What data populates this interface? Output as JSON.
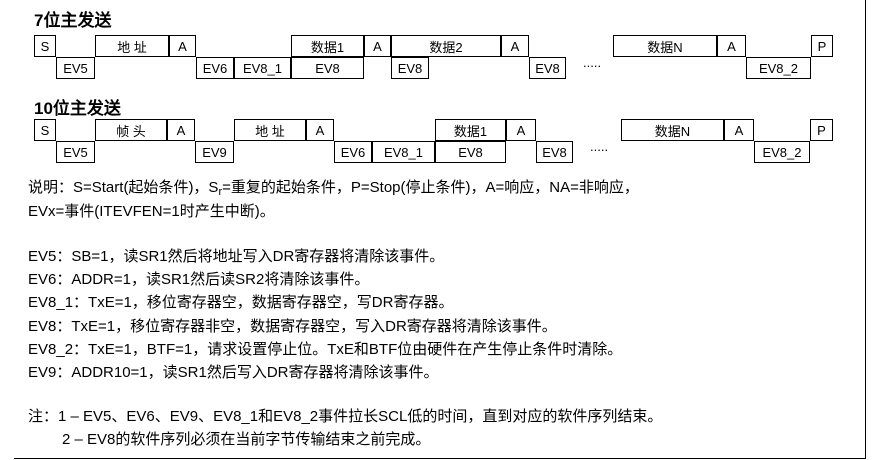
{
  "diagram": {
    "seq7": {
      "title": "7位主发送",
      "top": [
        "S",
        "地 址",
        "A",
        "数据1",
        "A",
        "数据2",
        "A",
        "数据N",
        "A",
        "P"
      ],
      "bottom": [
        "EV5",
        "EV6",
        "EV8_1",
        "EV8",
        "EV8",
        "EV8",
        "EV8_2"
      ],
      "dots": "....."
    },
    "seq10": {
      "title": "10位主发送",
      "top": [
        "S",
        "帧 头",
        "A",
        "地 址",
        "A",
        "数据1",
        "A",
        "数据N",
        "A",
        "P"
      ],
      "bottom": [
        "EV5",
        "EV9",
        "EV6",
        "EV8_1",
        "EV8",
        "EV8",
        "EV8_2"
      ],
      "dots": "....."
    }
  },
  "notes": {
    "legend_a": "说明：S=Start(起始条件)，S",
    "legend_sub": "r",
    "legend_b": "=重复的起始条件，P=Stop(停止条件)，A=响应，NA=非响应，",
    "legend2": "EVx=事件(ITEVFEN=1时产生中断)。",
    "events": [
      "EV5：SB=1，读SR1然后将地址写入DR寄存器将清除该事件。",
      "EV6：ADDR=1，读SR1然后读SR2将清除该事件。",
      "EV8_1：TxE=1，移位寄存器空，数据寄存器空，写DR寄存器。",
      "EV8：TxE=1，移位寄存器非空，数据寄存器空，写入DR寄存器将清除该事件。",
      "EV8_2：TxE=1，BTF=1，请求设置停止位。TxE和BTF位由硬件在产生停止条件时清除。",
      "EV9：ADDR10=1，读SR1然后写入DR寄存器将清除该事件。"
    ],
    "footnote1": "注：1 – EV5、EV6、EV9、EV8_1和EV8_2事件拉长SCL低的时间，直到对应的软件序列结束。",
    "footnote2": "2 – EV8的软件序列必须在当前字节传输结束之前完成。"
  }
}
